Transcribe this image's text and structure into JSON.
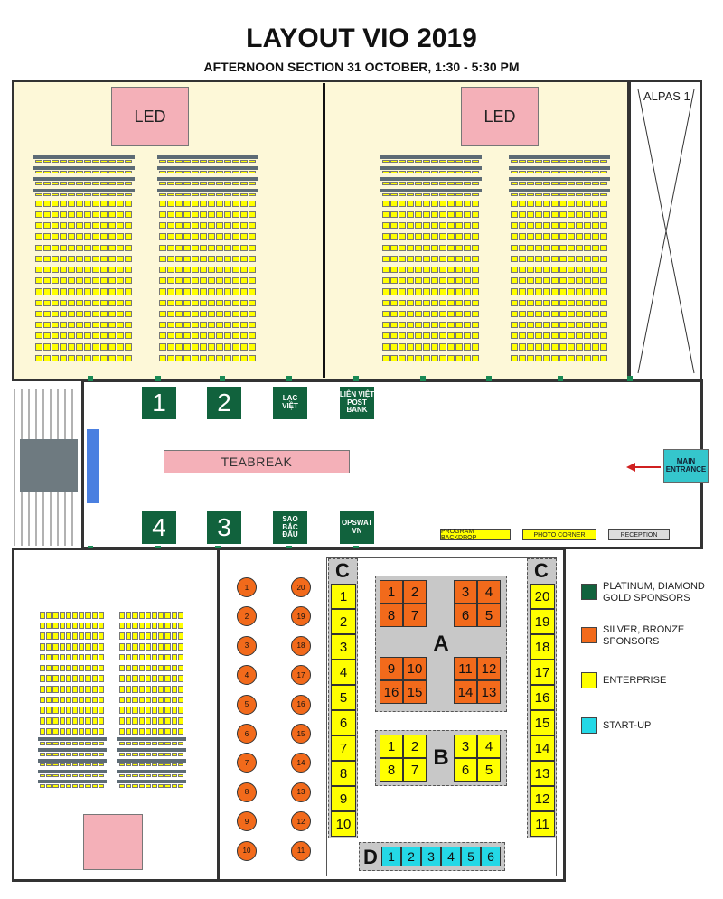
{
  "header": {
    "title": "LAYOUT VIO 2019",
    "subtitle": "AFTERNOON SECTION 31 OCTOBER, 1:30 - 5:30 PM"
  },
  "halls": {
    "led_label_left": "LED",
    "led_label_right": "LED",
    "alpas_label": "ALPAS 1"
  },
  "corridor": {
    "sponsors_top": [
      "1",
      "2",
      "LẠC\nVIỆT",
      "LIÊN VIỆT\nPOST\nBANK"
    ],
    "sponsors_bottom": [
      "4",
      "3",
      "SAO\nBẮC\nĐẨU",
      "OPSWAT\nVN"
    ],
    "teabreak": "TEABREAK",
    "main_entrance": "MAIN\nENTRANCE",
    "program_backdrop": "PROGRAM BACKDROP",
    "photo_corner": "PHOTO CORNER",
    "reception": "RECEPTION"
  },
  "expo": {
    "zone_c_left": "C",
    "zone_c_right": "C",
    "zone_a": "A",
    "zone_b": "B",
    "zone_d": "D",
    "c_left_booths": [
      "1",
      "2",
      "3",
      "4",
      "5",
      "6",
      "7",
      "8",
      "9",
      "10"
    ],
    "c_right_booths": [
      "20",
      "19",
      "18",
      "17",
      "16",
      "15",
      "14",
      "13",
      "12",
      "11"
    ],
    "a_booths": [
      [
        "1",
        "2",
        "3",
        "4"
      ],
      [
        "8",
        "7",
        "6",
        "5"
      ],
      [
        "9",
        "10",
        "11",
        "12"
      ],
      [
        "16",
        "15",
        "14",
        "13"
      ]
    ],
    "b_booths": [
      [
        "1",
        "2",
        "3",
        "4"
      ],
      [
        "8",
        "7",
        "6",
        "5"
      ]
    ],
    "d_booths": [
      "1",
      "2",
      "3",
      "4",
      "5",
      "6"
    ],
    "round_tables_left": [
      "1",
      "2",
      "3",
      "4",
      "5",
      "6",
      "7",
      "8",
      "9",
      "10"
    ],
    "round_tables_right": [
      "20",
      "19",
      "18",
      "17",
      "16",
      "15",
      "14",
      "13",
      "12",
      "11"
    ]
  },
  "legend": [
    {
      "label": "PLATINUM, DIAMOND\nGOLD SPONSORS",
      "color": "#11623d"
    },
    {
      "label": "SILVER, BRONZE\nSPONSORS",
      "color": "#f26a1b"
    },
    {
      "label": "ENTERPRISE",
      "color": "#ffff00"
    },
    {
      "label": "START-UP",
      "color": "#24d8e6"
    }
  ]
}
